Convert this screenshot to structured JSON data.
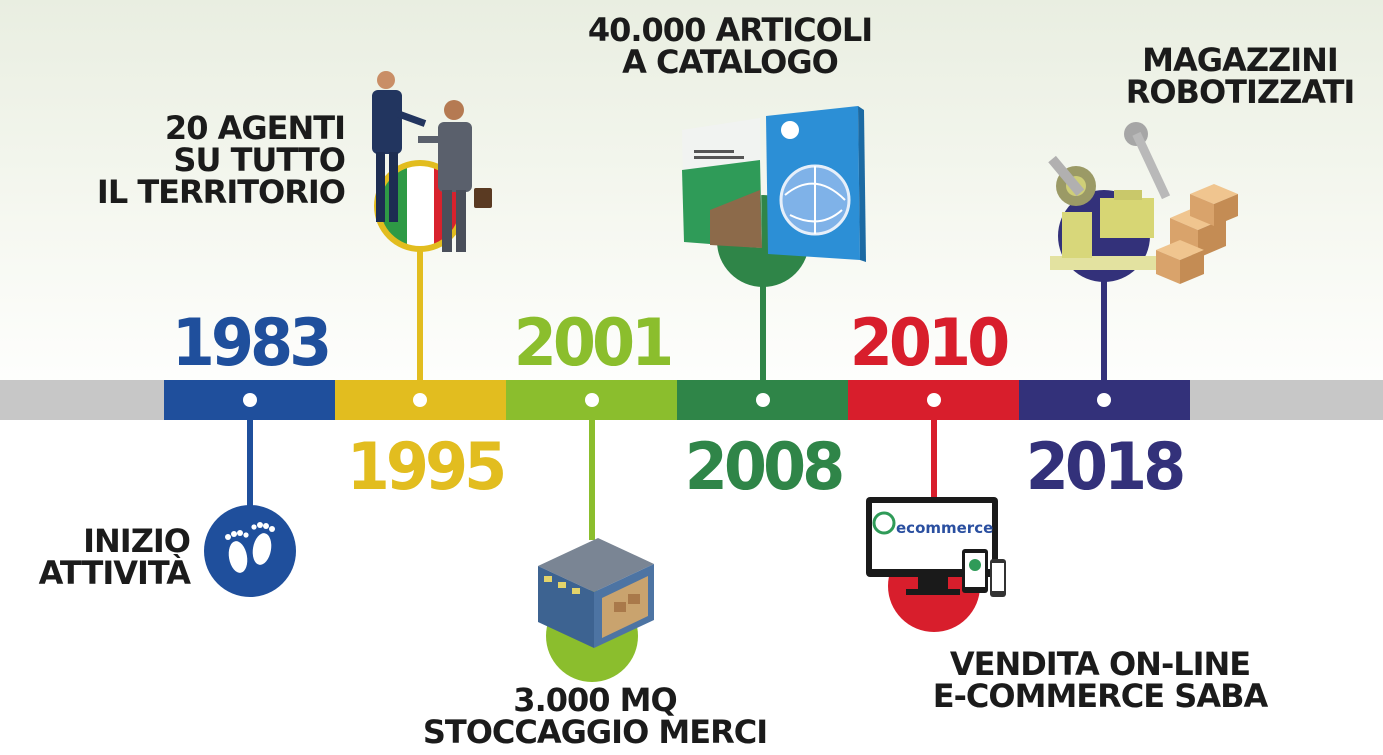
{
  "colors": {
    "track": "#c7c7c7",
    "blue": "#1f4f9c",
    "yellow": "#e2bd1f",
    "lightgreen": "#8bbe2d",
    "darkgreen": "#2f8548",
    "red": "#d81e2c",
    "navy": "#33317a"
  },
  "milestones": [
    {
      "year": "1983",
      "label": "INIZIO\nATTIVITÀ",
      "icon": "footprints-icon",
      "color": "#1f4f9c"
    },
    {
      "year": "1995",
      "label": "20 AGENTI\nSU TUTTO\nIL TERRITORIO",
      "icon": "handshake-icon",
      "color": "#e2bd1f"
    },
    {
      "year": "2001",
      "label": "3.000 MQ\nSTOCCAGGIO MERCI",
      "icon": "warehouse-icon",
      "color": "#8bbe2d"
    },
    {
      "year": "2008",
      "label": "40.000 ARTICOLI\nA CATALOGO",
      "icon": "catalog-icon",
      "color": "#2f8548"
    },
    {
      "year": "2010",
      "label": "VENDITA ON-LINE\nE-COMMERCE SABA",
      "icon": "ecommerce-devices-icon",
      "color": "#d81e2c"
    },
    {
      "year": "2018",
      "label": "MAGAZZINI\nROBOTIZZATI",
      "icon": "robot-arm-icon",
      "color": "#33317a"
    }
  ],
  "ecommerce_screen_text": "ecommerce"
}
